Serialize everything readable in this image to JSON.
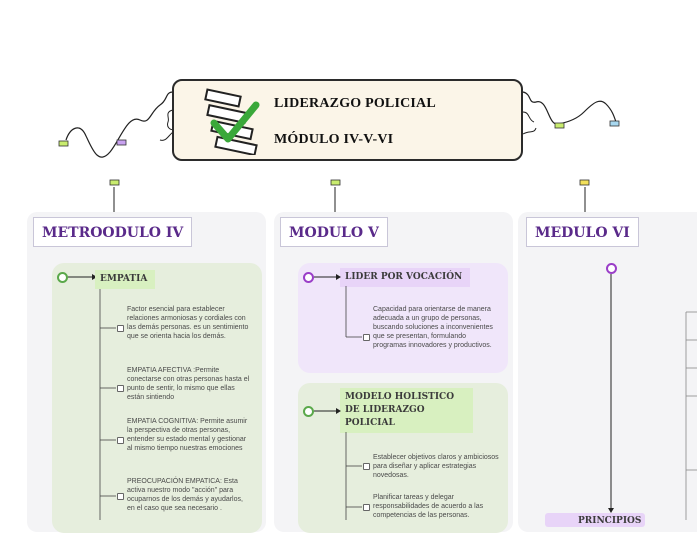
{
  "central": {
    "title_line1": "LIDERAZGO POLICIAL",
    "title_line2": "MÓDULO IV-V-VI",
    "icon": "checklist-icon"
  },
  "modules": [
    {
      "title": "METROODULO IV",
      "topic": "EMPATIA",
      "notes": [
        "Factor esencial para establecer relaciones armoniosas y cordiales con las demás personas. es un sentimiento que se orienta hacia los demás.",
        "EMPATIA AFECTIVA :Permite conectarse con otras personas hasta el punto de sentir, lo mismo que ellas están sintiendo",
        "EMPATIA COGNITIVA: Permite asumir la perspectiva de otras personas, entender su estado mental y gestionar al mismo tiempo nuestras emociones",
        "PREOCUPACIÓN EMPATICA: Esta activa nuestro modo \"acción\" para ocuparnos de los demás y ayudarlos, en el caso que sea necesario ."
      ]
    },
    {
      "title": "MODULO V",
      "topic1": "LIDER POR VOCACIÓN",
      "topic1_note": "Capacidad para orientarse de manera adecuada a un grupo de personas, buscando soluciones a inconvenientes que se presentan, formulando programas innovadores y productivos.",
      "topic2": "MODELO HOLISTICO DE LIDERAZGO POLICIAL",
      "topic2_notes": [
        "Establecer objetivos claros y ambiciosos para diseñar  y aplicar estrategias novedosas.",
        "Planificar tareas y delegar responsabilidades de acuerdo a las competencias de las personas."
      ]
    },
    {
      "title": "MEDULO VI",
      "topic": "PRINCIPIOS"
    }
  ],
  "colors": {
    "accent_purple": "#5a2a8a",
    "green_node": "#5aa84a",
    "purple_node": "#9a3ec8"
  }
}
